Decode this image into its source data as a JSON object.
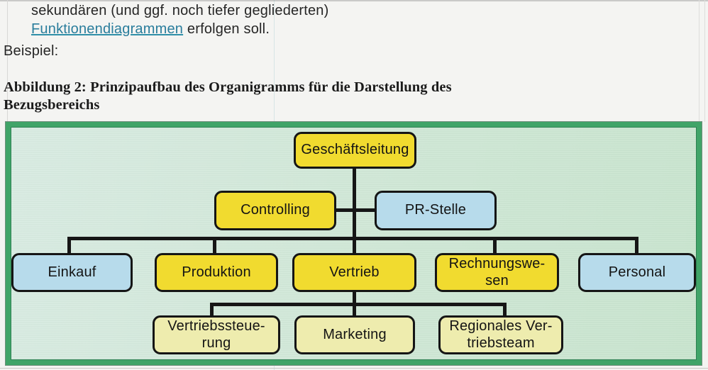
{
  "document": {
    "body_line1": "sekundären (und ggf. noch tiefer gegliederten)",
    "link_text": "Funktionendiagrammen",
    "body_line2_rest": " erfolgen soll.",
    "example_label": "Beispiel:",
    "figure_caption_line1": "Abbildung 2: Prinzipaufbau des Organigramms für die Darstellung des",
    "figure_caption_line2": "Bezugsbereichs"
  },
  "colors": {
    "node_yellow": "#f1db2f",
    "node_blue": "#b7dbeb",
    "node_pale_yellow": "#eeecae",
    "chart_background_mint": "#d0e8d6",
    "frame_green": "#40a468",
    "connector_black": "#161616",
    "link_color": "#2a7d9c"
  },
  "org_chart": {
    "nodes": {
      "geschaeftsleitung": {
        "label": "Geschäftsleitung"
      },
      "controlling": {
        "label": "Controlling"
      },
      "pr_stelle": {
        "label": "PR-Stelle"
      },
      "einkauf": {
        "label": "Einkauf"
      },
      "produktion": {
        "label": "Produktion"
      },
      "vertrieb": {
        "label": "Vertrieb"
      },
      "rechnungswesen": {
        "line1": "Rechnungswe-",
        "line2": "sen"
      },
      "personal": {
        "label": "Personal"
      },
      "vertriebssteuerung": {
        "line1": "Vertriebssteue-",
        "line2": "rung"
      },
      "marketing": {
        "label": "Marketing"
      },
      "regionales_vertriebsteam": {
        "line1": "Regionales Ver-",
        "line2": "triebsteam"
      }
    }
  }
}
